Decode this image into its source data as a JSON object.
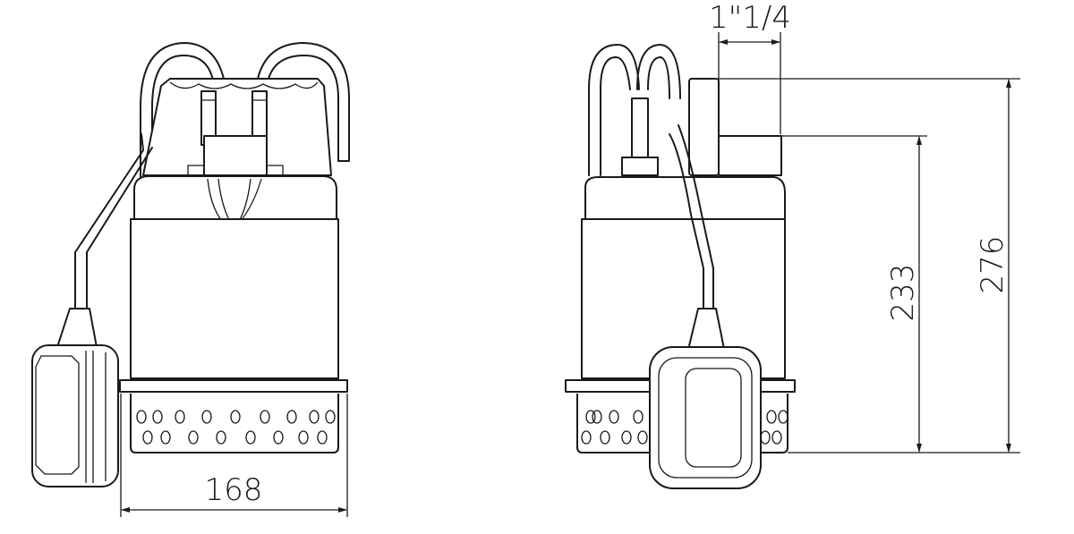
{
  "dimensions": {
    "width": "168",
    "outlet": "1\"1/4",
    "outlet_height": "233",
    "total_height": "276"
  },
  "colors": {
    "line": "#1a1a1a",
    "background": "#ffffff"
  }
}
